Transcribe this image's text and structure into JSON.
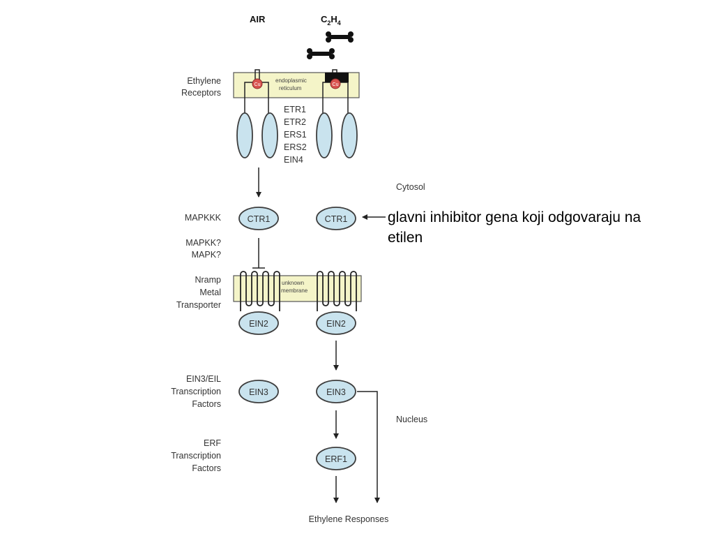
{
  "headers": {
    "air": "AIR",
    "ethylene_base": "C",
    "ethylene_sub1": "2",
    "ethylene_mid": "H",
    "ethylene_sub2": "4"
  },
  "left_labels": {
    "receptors": [
      "Ethylene",
      "Receptors"
    ],
    "mapkkk": "MAPKKK",
    "mapk": [
      "MAPKK?",
      "MAPK?"
    ],
    "nramp": [
      "Nramp",
      "Metal",
      "Transporter"
    ],
    "ein3_tf": [
      "EIN3/EIL",
      "Transcription",
      "Factors"
    ],
    "erf_tf": [
      "ERF",
      "Transcription",
      "Factors"
    ]
  },
  "membranes": {
    "er": [
      "endoplasmic",
      "reticulum"
    ],
    "unknown": [
      "unknown",
      "membrane"
    ]
  },
  "cofactor": "Cu",
  "receptor_list": [
    "ETR1",
    "ETR2",
    "ERS1",
    "ERS2",
    "EIN4"
  ],
  "compartments": {
    "cytosol": "Cytosol",
    "nucleus": "Nucleus"
  },
  "nodes": {
    "ctr1_air": "CTR1",
    "ctr1_eth": "CTR1",
    "ein2_air": "EIN2",
    "ein2_eth": "EIN2",
    "ein3_air": "EIN3",
    "ein3_eth": "EIN3",
    "erf1": "ERF1"
  },
  "output": "Ethylene Responses",
  "annotation": [
    "glavni inhibitor gena koji odgovaraju na",
    "etilen"
  ],
  "colors": {
    "protein_fill": "#c9e3ee",
    "membrane_fill": "#f4f4c8",
    "copper": "#d9534f"
  }
}
